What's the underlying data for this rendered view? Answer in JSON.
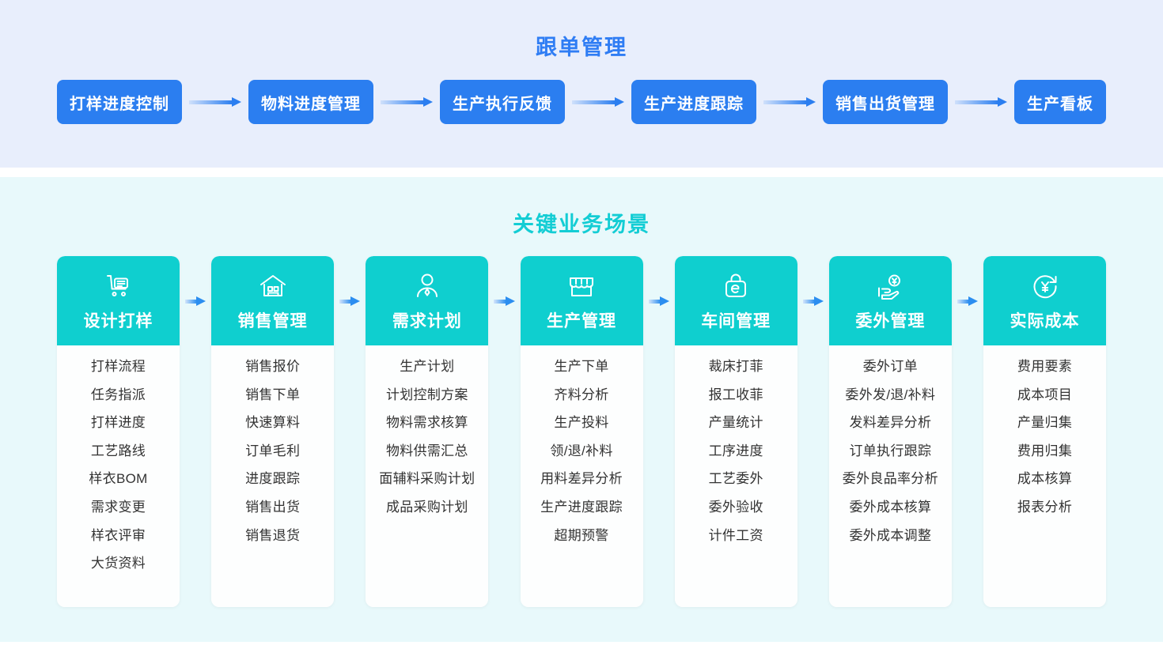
{
  "colors": {
    "top_section_bg": "#e8eefc",
    "bottom_section_bg": "#e8f9fb",
    "blue_accent": "#2b7ef0",
    "cyan_accent": "#0fcfcf",
    "card_body_bg": "#fdfefe",
    "item_text": "#333333",
    "arrow_blue": "#2b7ef0",
    "arrow_cyan": "#2b8ef0"
  },
  "top_section": {
    "title": "跟单管理",
    "steps": [
      {
        "label": "打样进度控制"
      },
      {
        "label": "物料进度管理"
      },
      {
        "label": "生产执行反馈"
      },
      {
        "label": "生产进度跟踪"
      },
      {
        "label": "销售出货管理"
      },
      {
        "label": "生产看板"
      }
    ]
  },
  "bottom_section": {
    "title": "关键业务场景",
    "cards": [
      {
        "title": "设计打样",
        "icon": "shopping-cart-document-icon",
        "items": [
          "打样流程",
          "任务指派",
          "打样进度",
          "工艺路线",
          "样衣BOM",
          "需求变更",
          "样衣评审",
          "大货资料"
        ]
      },
      {
        "title": "销售管理",
        "icon": "house-store-icon",
        "items": [
          "销售报价",
          "销售下单",
          "快速算料",
          "订单毛利",
          "进度跟踪",
          "销售出货",
          "销售退货"
        ]
      },
      {
        "title": "需求计划",
        "icon": "person-user-icon",
        "items": [
          "生产计划",
          "计划控制方案",
          "物料需求核算",
          "物料供需汇总",
          "面辅料采购计划",
          "成品采购计划"
        ]
      },
      {
        "title": "生产管理",
        "icon": "shop-awning-icon",
        "items": [
          "生产下单",
          "齐料分析",
          "生产投料",
          "领/退/补料",
          "用料差异分析",
          "生产进度跟踪",
          "超期预警"
        ]
      },
      {
        "title": "车间管理",
        "icon": "bag-e-commerce-icon",
        "items": [
          "裁床打菲",
          "报工收菲",
          "产量统计",
          "工序进度",
          "工艺委外",
          "委外验收",
          "计件工资"
        ]
      },
      {
        "title": "委外管理",
        "icon": "hand-holding-yen-icon",
        "items": [
          "委外订单",
          "委外发/退/补料",
          "发料差异分析",
          "订单执行跟踪",
          "委外良品率分析",
          "委外成本核算",
          "委外成本调整"
        ]
      },
      {
        "title": "实际成本",
        "icon": "yen-refresh-circle-icon",
        "items": [
          "费用要素",
          "成本项目",
          "产量归集",
          "费用归集",
          "成本核算",
          "报表分析"
        ]
      }
    ]
  }
}
